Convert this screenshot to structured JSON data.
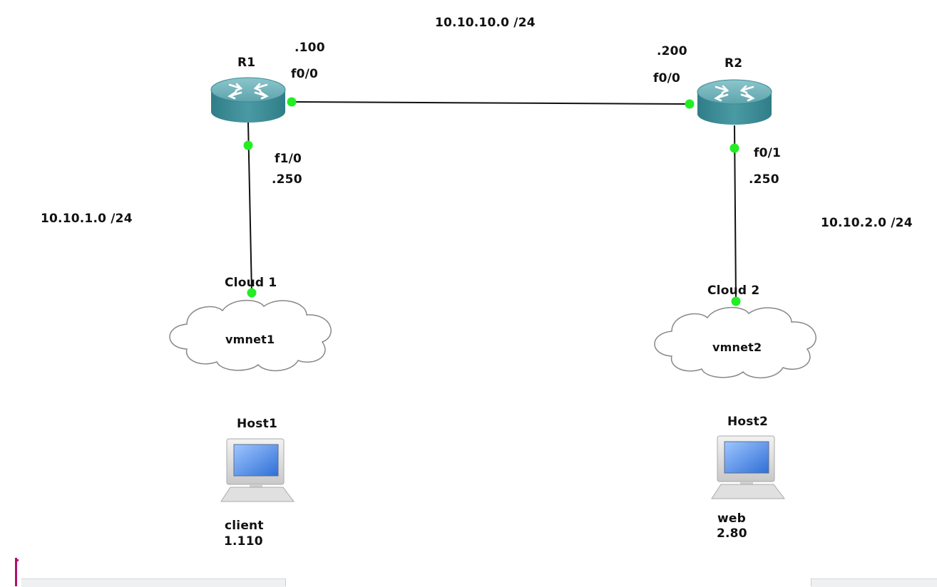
{
  "networks": {
    "core": "10.10.10.0 /24",
    "left": "10.10.1.0 /24",
    "right": "10.10.2.0 /24"
  },
  "routers": {
    "r1": {
      "name": "R1",
      "top_ip": ".100",
      "top_iface": "f0/0",
      "bottom_iface": "f1/0",
      "bottom_ip": ".250"
    },
    "r2": {
      "name": "R2",
      "top_ip": ".200",
      "top_iface": "f0/0",
      "bottom_iface": "f0/1",
      "bottom_ip": ".250"
    }
  },
  "clouds": {
    "c1": {
      "name": "Cloud 1",
      "label": "vmnet1"
    },
    "c2": {
      "name": "Cloud 2",
      "label": "vmnet2"
    }
  },
  "hosts": {
    "h1": {
      "name": "Host1",
      "role": "client",
      "ip": "1.110"
    },
    "h2": {
      "name": "Host2",
      "role": "web",
      "ip": "2.80"
    }
  },
  "colors": {
    "link": "#111111",
    "port": "#22ee22",
    "router_top": "#6fb0b8",
    "router_side": "#3d8a94",
    "marker": "#b0106e"
  }
}
